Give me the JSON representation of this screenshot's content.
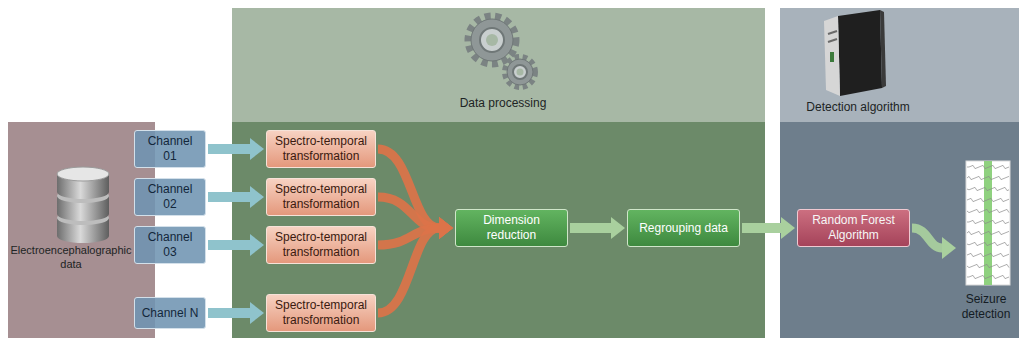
{
  "diagram": {
    "nodes": [
      {
        "text": [
          "Electroencephalographic data"
        ]
      },
      {
        "text": [
          "Channel 01"
        ]
      },
      {
        "text": [
          "Channel 02"
        ]
      },
      {
        "text": [
          "Channel 03"
        ]
      },
      {
        "text": [
          "Channel N"
        ]
      },
      {
        "text": [
          "Data processing"
        ]
      },
      {
        "text": [
          "Spectro-temporal transformation"
        ],
        "in": 5
      },
      {
        "text": [
          "Spectro-temporal transformation"
        ],
        "in": 5
      },
      {
        "text": [
          "Spectro-temporal transformation"
        ],
        "in": 5
      },
      {
        "text": [
          "Spectro-temporal transformation"
        ],
        "in": 5
      },
      {
        "text": [
          "Dimension reduction"
        ],
        "in": 5
      },
      {
        "text": [
          "Regrouping data"
        ],
        "in": 5
      },
      {
        "text": [
          "Detection algorithm"
        ]
      },
      {
        "text": [
          "Random Forest Algorithm"
        ],
        "in": 12
      },
      {
        "text": [
          "Seizure detection"
        ],
        "in": 12
      }
    ],
    "edges": [
      {
        "from": 1,
        "to": 6,
        "arrow": "to"
      },
      {
        "from": 2,
        "to": 7,
        "arrow": "to"
      },
      {
        "from": 3,
        "to": 8,
        "arrow": "to"
      },
      {
        "from": 4,
        "to": 9,
        "arrow": "to"
      },
      {
        "from": 6,
        "to": 10,
        "arrow": "to"
      },
      {
        "from": 7,
        "to": 10,
        "arrow": "to"
      },
      {
        "from": 8,
        "to": 10,
        "arrow": "to"
      },
      {
        "from": 9,
        "to": 10,
        "arrow": "to"
      },
      {
        "from": 10,
        "to": 11,
        "arrow": "to"
      },
      {
        "from": 11,
        "to": 13,
        "arrow": "to"
      },
      {
        "from": 13,
        "to": 14,
        "arrow": "to"
      }
    ]
  }
}
